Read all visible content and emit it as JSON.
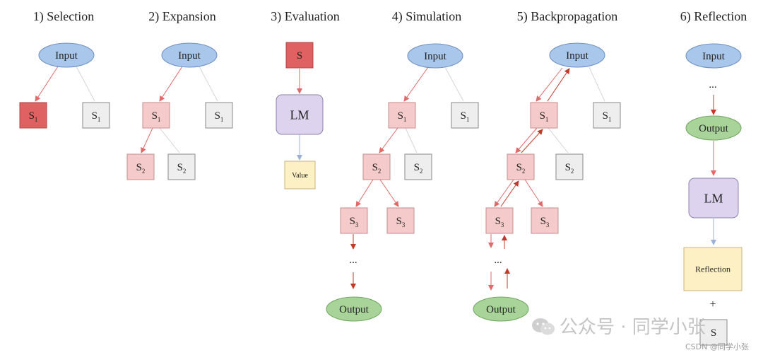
{
  "titles": [
    "1) Selection",
    "2) Expansion",
    "3) Evaluation",
    "4) Simulation",
    "5) Backpropagation",
    "6) Reflection"
  ],
  "labels": {
    "input": "Input",
    "output": "Output",
    "lm": "LM",
    "value": "Value",
    "reflection": "Reflection",
    "state": "S",
    "sub1": "1",
    "sub2": "2",
    "sub3": "3",
    "ellipsis": "...",
    "plus": "+"
  },
  "colors": {
    "input_fill": "#a9c7ea",
    "input_stroke": "#6c8fc3",
    "output_fill": "#a8d49a",
    "output_stroke": "#6fa560",
    "selected": "#e06161",
    "expanded": "#f5caca",
    "expanded_stroke": "#c78e8e",
    "unexpanded": "#eeeeee",
    "unexpanded_stroke": "#8a8a8a",
    "lm_fill": "#ddd3ee",
    "lm_stroke": "#8d80ad",
    "value_fill": "#fdf0c4",
    "value_stroke": "#c9b37a",
    "edge_red": "#e06a6a",
    "edge_dark_red": "#c0392b",
    "edge_grey": "#d5d5d5",
    "edge_blue": "#9fb0d8"
  },
  "watermark": {
    "brand": "公众号 · 同学小张",
    "credit": "CSDN @同学小张"
  }
}
